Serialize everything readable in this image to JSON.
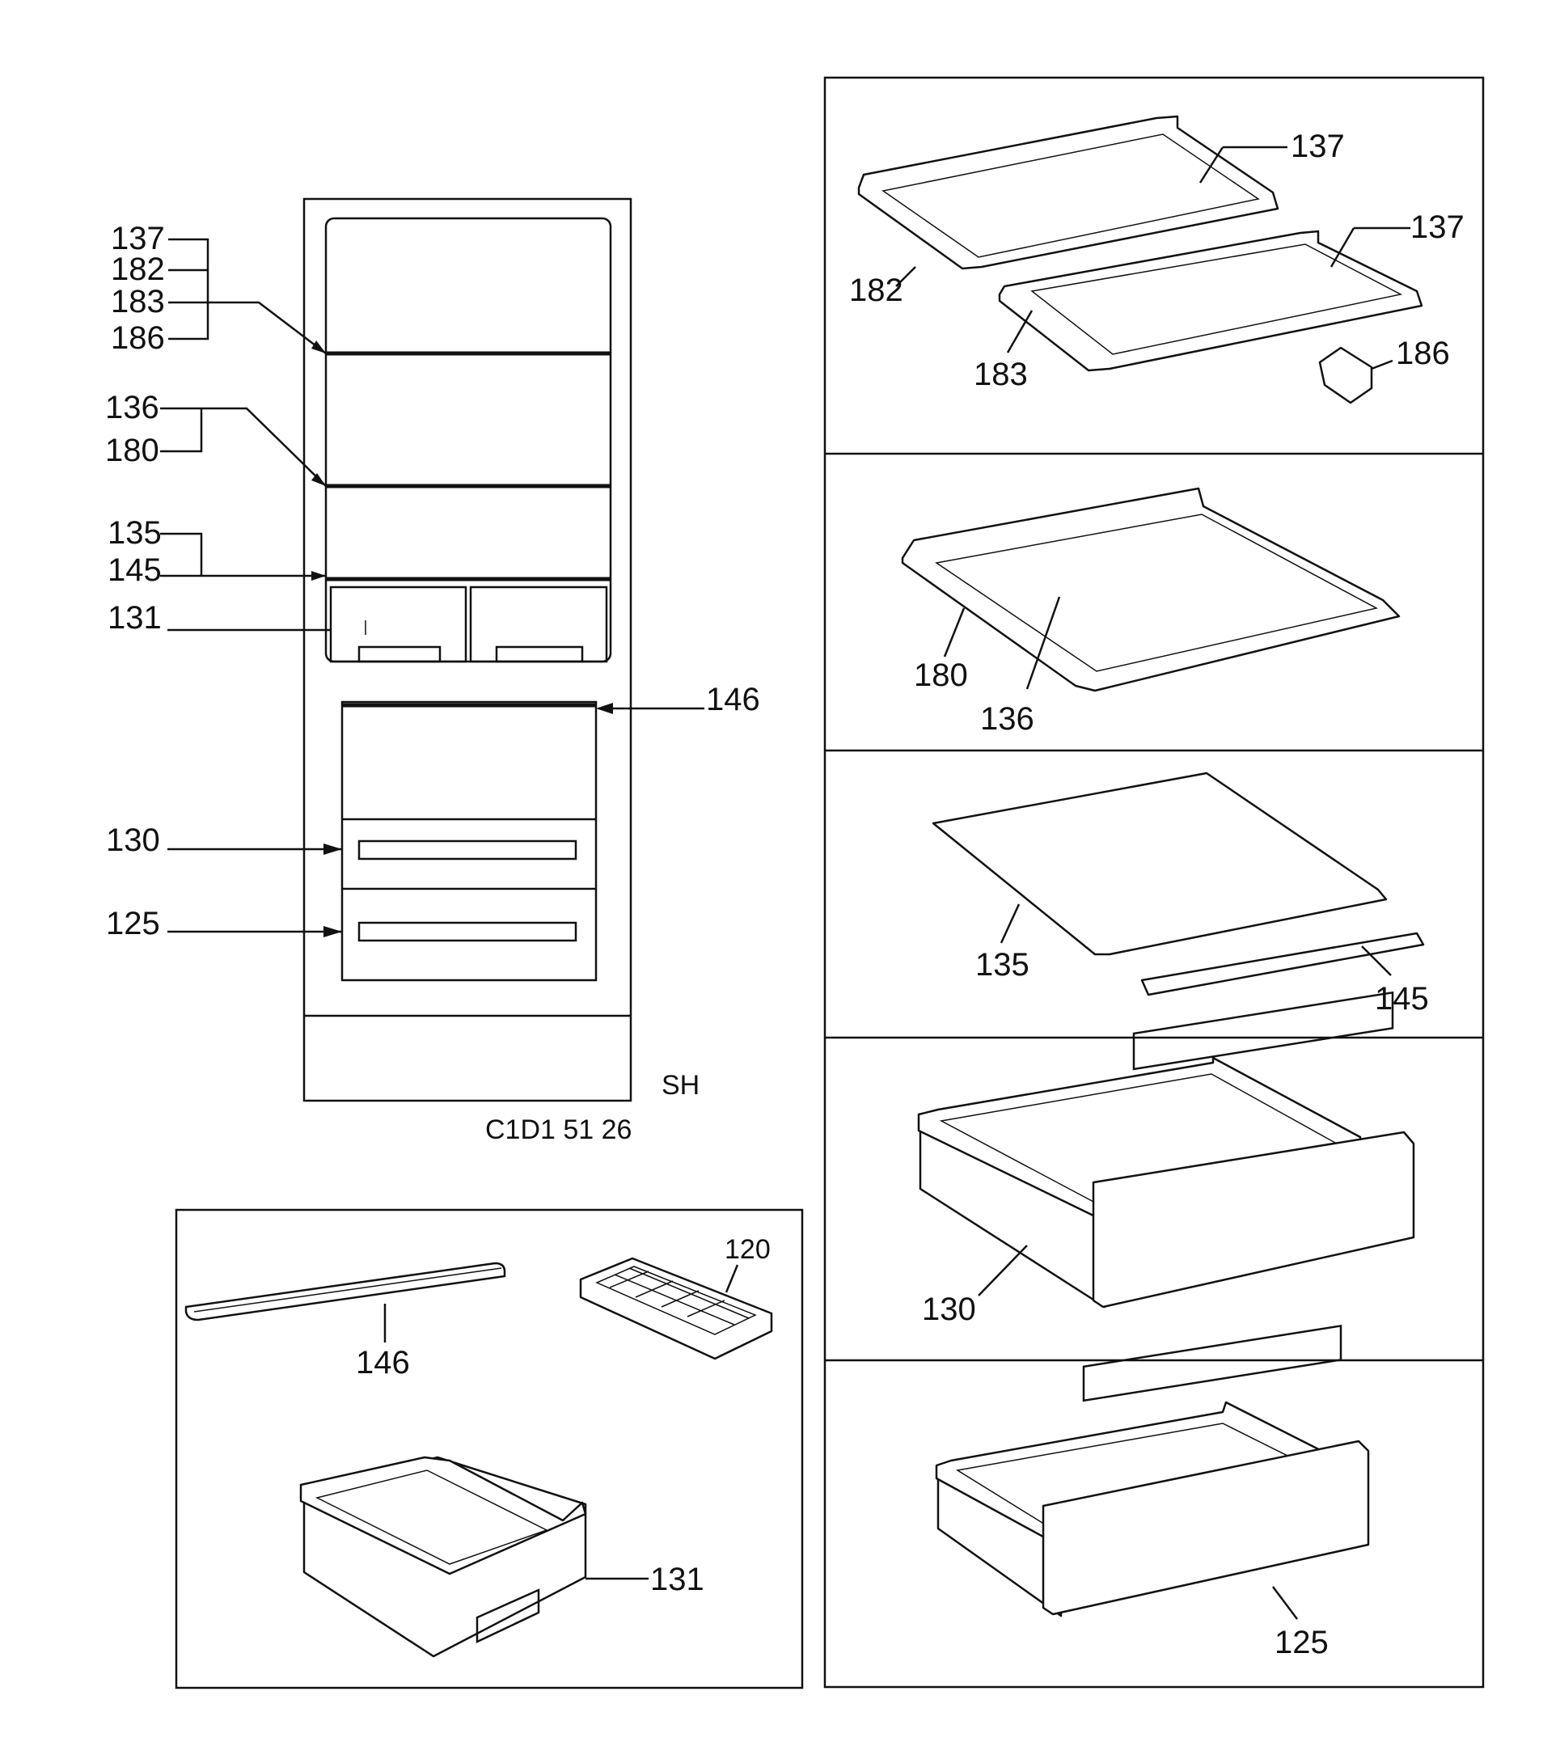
{
  "fridge": {
    "shelf_groups": [
      [
        "137",
        "182",
        "183",
        "186"
      ],
      [
        "136",
        "180"
      ],
      [
        "135",
        "145"
      ]
    ],
    "crisper_label": "131",
    "freezer_rail_label": "146",
    "freezer_drawer_labels": [
      "130",
      "125"
    ],
    "variant_code": "SH",
    "model_code": "C1D1 51 26"
  },
  "freezer_accessories": {
    "rail_label": "146",
    "ice_tray_label": "120",
    "crisper_label": "131"
  },
  "part_panels": {
    "upper_shelves": {
      "glass_top": "137",
      "glass_bottom": "137",
      "frame_rear": "182",
      "frame_front": "183",
      "clip": "186"
    },
    "mid_shelf": {
      "frame": "180",
      "glass": "136"
    },
    "lower_shelf": {
      "glass": "135",
      "trim": "145"
    },
    "drawer_upper": "130",
    "drawer_lower": "125"
  }
}
